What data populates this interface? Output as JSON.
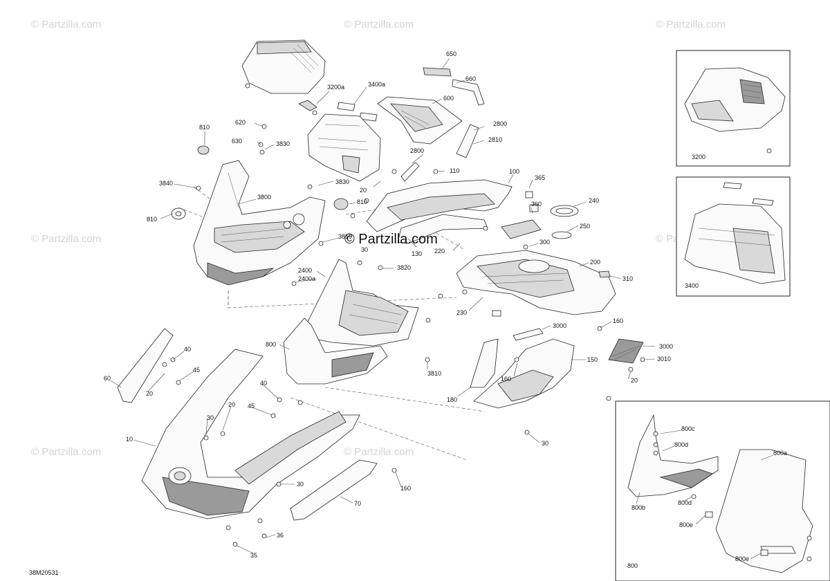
{
  "watermarks": {
    "text": "© Partzilla.com",
    "center": "© Partzilla.com"
  },
  "diagram_code": "38M20531",
  "callouts": {
    "c650": "650",
    "c660": "660",
    "c3200a": "3200a",
    "c3400a": "3400a",
    "c600": "600",
    "c2800a": "2800",
    "c2810": "2810",
    "c2800b": "2800",
    "c110": "110",
    "c810a": "810",
    "c620": "620",
    "c630": "630",
    "c3830a": "3830",
    "c3830b": "3830",
    "c20a": "20",
    "c100": "100",
    "c365": "365",
    "c3840": "3840",
    "c3800": "3800",
    "c810b": "810",
    "c810c": "810",
    "c360": "360",
    "c240": "240",
    "c250": "250",
    "c300": "300",
    "c130": "130",
    "c220": "220",
    "c3810a": "3810",
    "c30a": "30",
    "c2400": "2400",
    "c2400a": "2400a",
    "c3820": "3820",
    "c200": "200",
    "c310": "310",
    "c230": "230",
    "c3000a": "3000",
    "c160a": "160",
    "c3000b": "3000",
    "c3010": "3010",
    "c800": "800",
    "c150": "150",
    "c3810b": "3810",
    "c160b": "160",
    "c20b": "20",
    "c180": "180",
    "c40a": "40",
    "c45a": "45",
    "c60": "60",
    "c20c": "20",
    "c40b": "40",
    "c20d": "20",
    "c45b": "45",
    "c30b": "30",
    "c30c": "30",
    "c10": "10",
    "c160c": "160",
    "c30d": "30",
    "c70": "70",
    "c36": "36",
    "c35": "35",
    "c3200": "3200",
    "c3400": "3400",
    "c800c": "800c",
    "c800d1": "800d",
    "c800a": "800a",
    "c800b": "800b",
    "c800d2": "800d",
    "c800e1": "800e",
    "c800e2": "800e",
    "c800main": "800"
  }
}
